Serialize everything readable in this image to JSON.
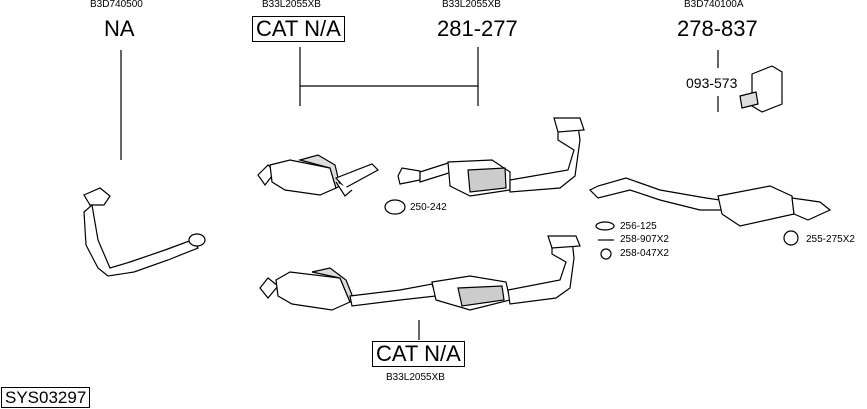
{
  "part_refs": {
    "front_pipe_code": "B3D740500",
    "front_pipe_number": "NA",
    "catalyst_top_code": "B33L2055XB",
    "catalyst_top_number": "CAT N/A",
    "middle_silencer_code": "B33L2055XB",
    "middle_silencer_number": "281-277",
    "rear_silencer_code": "B3D740100A",
    "rear_silencer_number": "278-837",
    "mounting_kit_number": "093-573",
    "catalyst_bottom_number": "CAT N/A",
    "catalyst_bottom_code": "B33L2055XB"
  },
  "fittings": {
    "clamp_middle": "250-242",
    "gasket": "256-125",
    "bolt": "258-907X2",
    "nut": "258-047X2",
    "clamp_rear": "255-275X2"
  },
  "system_id": "SYS03297"
}
